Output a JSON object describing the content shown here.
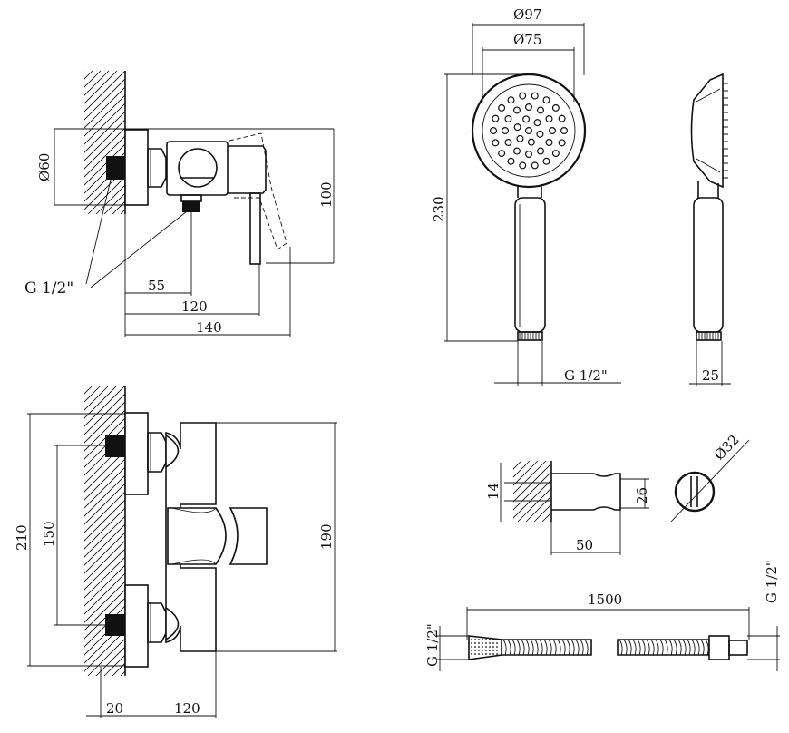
{
  "views": {
    "mixer_side": {
      "dimensions": {
        "d_body": "Ø60",
        "height": "100",
        "d1": "55",
        "d2": "120",
        "d3": "140"
      },
      "thread_label": "G 1/2\""
    },
    "hand_shower_front": {
      "dimensions": {
        "d_outer": "Ø97",
        "d_inner": "Ø75",
        "length": "230"
      },
      "thread_label": "G 1/2\""
    },
    "hand_shower_side": {
      "dimensions": {
        "width": "25"
      }
    },
    "mixer_front": {
      "dimensions": {
        "overall": "210",
        "spacing": "150",
        "body": "190",
        "wall": "20",
        "depth": "120"
      }
    },
    "wall_holder": {
      "dimensions": {
        "left": "14",
        "right": "26",
        "length": "50",
        "diameter": "Ø32"
      }
    },
    "hose": {
      "dimensions": {
        "length": "1500",
        "thread_left": "G 1/2\"",
        "thread_right": "G 1/2\""
      }
    }
  },
  "colors": {
    "line": "#111111",
    "background": "#ffffff"
  }
}
